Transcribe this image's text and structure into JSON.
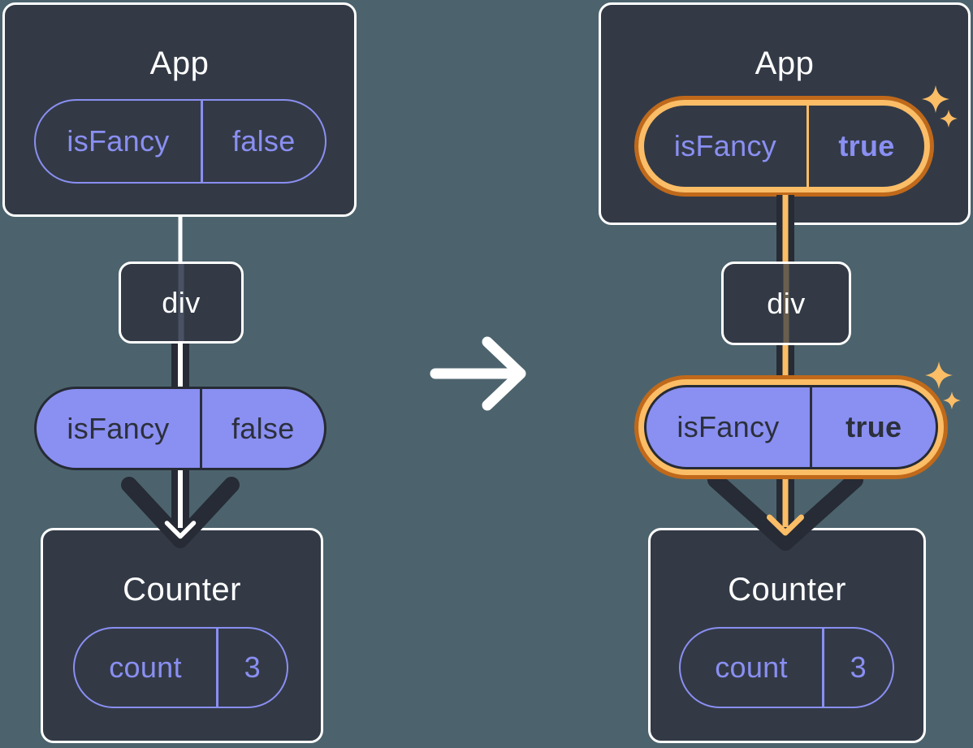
{
  "colors": {
    "background": "#4c636d",
    "box_fill": "#333a46",
    "box_border": "#ffffff",
    "purple": "#8a8ff2",
    "dark_stroke": "#262b35",
    "orange_dark": "#c0691a",
    "orange_light": "#fbbd66"
  },
  "before": {
    "app": {
      "title": "App",
      "state_pill": {
        "key": "isFancy",
        "value": "false"
      }
    },
    "div": {
      "label": "div"
    },
    "prop_pill": {
      "key": "isFancy",
      "value": "false"
    },
    "counter": {
      "title": "Counter",
      "state_pill": {
        "key": "count",
        "value": "3"
      }
    }
  },
  "after": {
    "app": {
      "title": "App",
      "state_pill": {
        "key": "isFancy",
        "value": "true"
      }
    },
    "div": {
      "label": "div"
    },
    "prop_pill": {
      "key": "isFancy",
      "value": "true"
    },
    "counter": {
      "title": "Counter",
      "state_pill": {
        "key": "count",
        "value": "3"
      }
    }
  },
  "icons": {
    "transition_arrow": "right-arrow",
    "sparkle": "four-point-star",
    "flow_arrow": "down-arrow"
  }
}
